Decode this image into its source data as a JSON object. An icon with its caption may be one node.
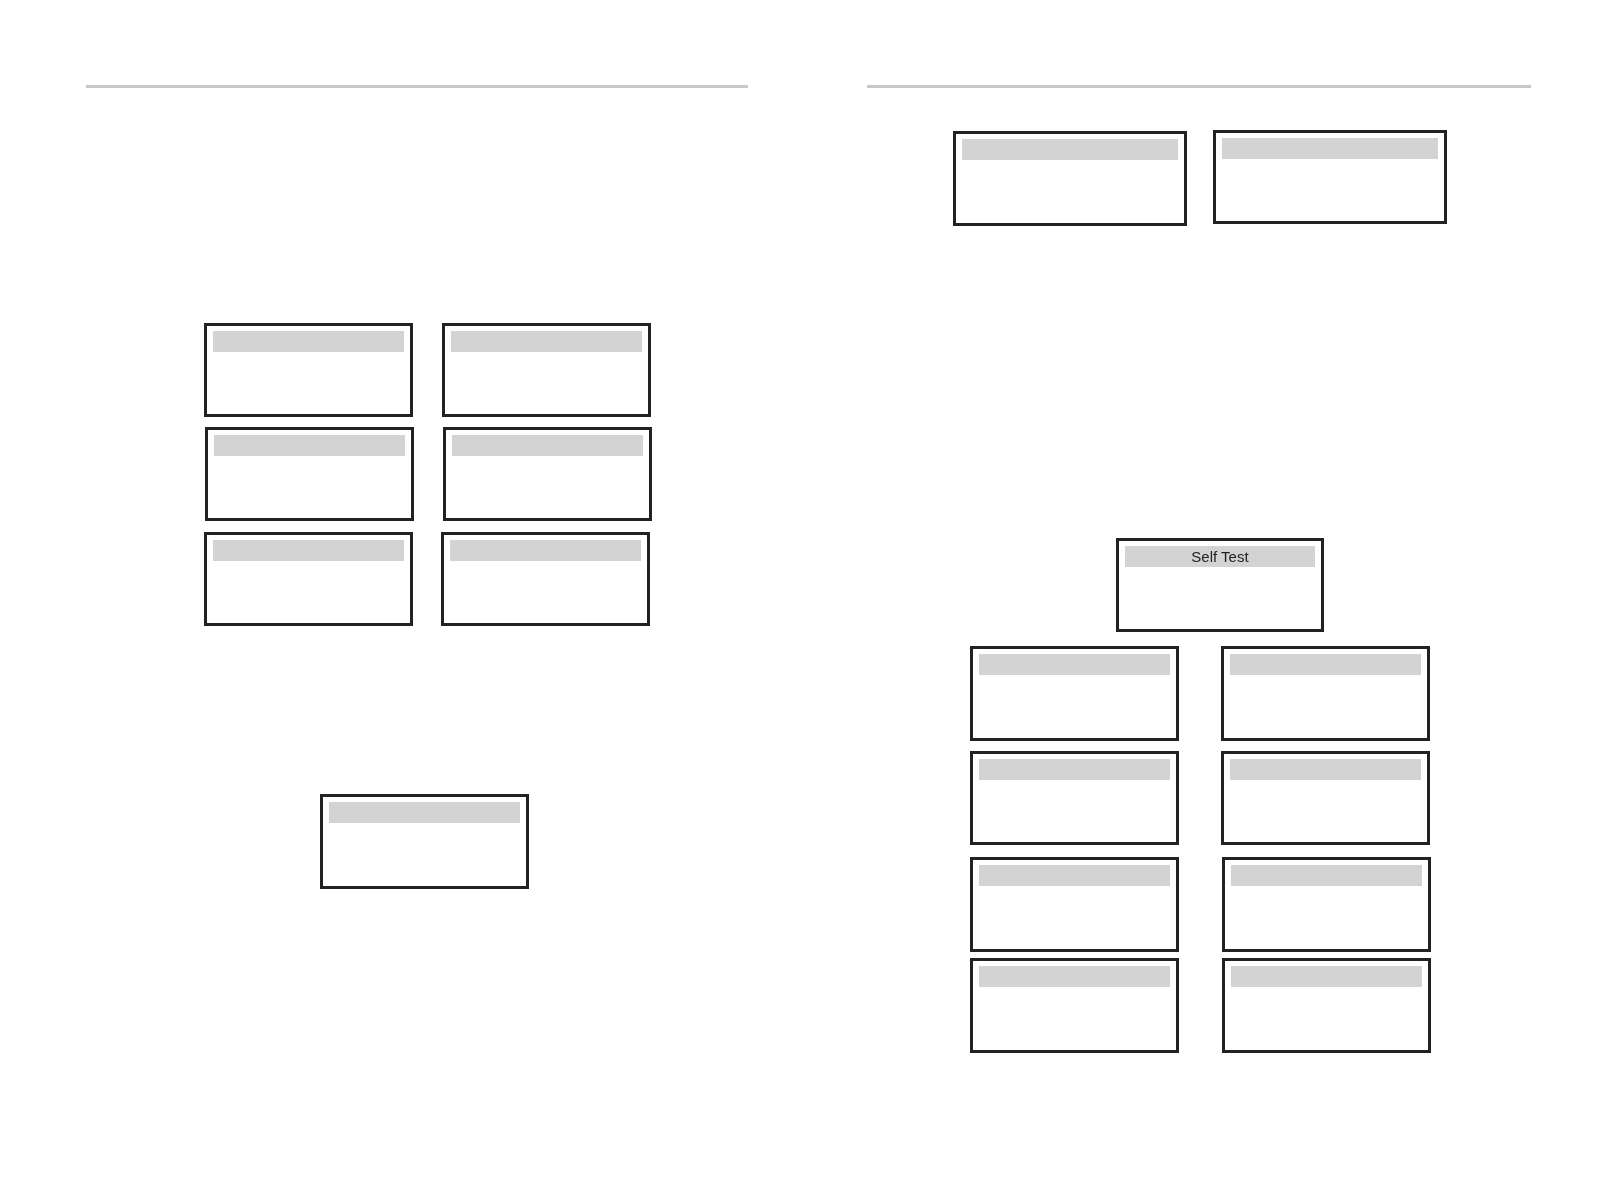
{
  "diagram": {
    "nodes": [
      {
        "text": [],
        "shape": "box"
      },
      {
        "text": [],
        "shape": "bar",
        "in": 0
      },
      {
        "text": [],
        "shape": "box"
      },
      {
        "text": [],
        "shape": "bar",
        "in": 2
      },
      {
        "text": [],
        "shape": "box"
      },
      {
        "text": [],
        "shape": "bar",
        "in": 4
      },
      {
        "text": [],
        "shape": "box"
      },
      {
        "text": [],
        "shape": "bar",
        "in": 6
      },
      {
        "text": [],
        "shape": "box"
      },
      {
        "text": [],
        "shape": "bar",
        "in": 8
      },
      {
        "text": [],
        "shape": "box"
      },
      {
        "text": [],
        "shape": "bar",
        "in": 10
      },
      {
        "text": [],
        "shape": "box"
      },
      {
        "text": [],
        "shape": "bar",
        "in": 12
      },
      {
        "text": [],
        "shape": "box"
      },
      {
        "text": [],
        "shape": "bar",
        "in": 14
      },
      {
        "text": [],
        "shape": "box"
      },
      {
        "text": [],
        "shape": "bar",
        "in": 16
      },
      {
        "text": [],
        "shape": "box"
      },
      {
        "text": [
          "Self Test"
        ],
        "in": 18
      },
      {
        "text": [],
        "shape": "box"
      },
      {
        "text": [],
        "shape": "bar",
        "in": 20
      },
      {
        "text": [],
        "shape": "box"
      },
      {
        "text": [],
        "shape": "bar",
        "in": 22
      },
      {
        "text": [],
        "shape": "box"
      },
      {
        "text": [],
        "shape": "bar",
        "in": 24
      },
      {
        "text": [],
        "shape": "box"
      },
      {
        "text": [],
        "shape": "bar",
        "in": 26
      },
      {
        "text": [],
        "shape": "box"
      },
      {
        "text": [],
        "shape": "bar",
        "in": 28
      },
      {
        "text": [],
        "shape": "box"
      },
      {
        "text": [],
        "shape": "bar",
        "in": 30
      },
      {
        "text": [],
        "shape": "box"
      },
      {
        "text": [],
        "shape": "bar",
        "in": 32
      },
      {
        "text": [],
        "shape": "box"
      },
      {
        "text": [],
        "shape": "bar",
        "in": 34
      }
    ]
  }
}
